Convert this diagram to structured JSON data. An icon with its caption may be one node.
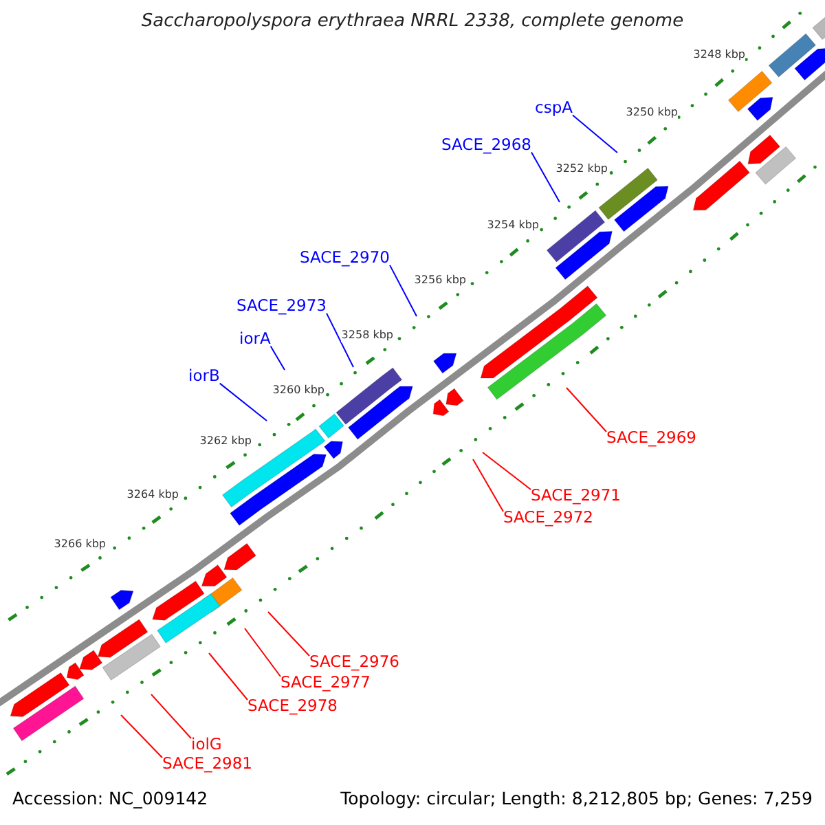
{
  "diagram": {
    "title": "Saccharopolyspora erythraea NRRL 2338, complete genome",
    "nodes": [
      {
        "text": [
          "cspA"
        ]
      },
      {
        "text": [
          "SACE_2968"
        ]
      },
      {
        "text": [
          "SACE_2970"
        ]
      },
      {
        "text": [
          "SACE_2973"
        ]
      },
      {
        "text": [
          "iorA"
        ]
      },
      {
        "text": [
          "iorB"
        ]
      },
      {
        "text": [
          "SACE_2969"
        ]
      },
      {
        "text": [
          "SACE_2971"
        ]
      },
      {
        "text": [
          "SACE_2972"
        ]
      },
      {
        "text": [
          "SACE_2976"
        ]
      },
      {
        "text": [
          "SACE_2977"
        ]
      },
      {
        "text": [
          "SACE_2978"
        ]
      },
      {
        "text": [
          "iolG"
        ]
      },
      {
        "text": [
          "SACE_2981"
        ]
      }
    ],
    "edges": [
      {
        "from": 0,
        "to": null,
        "arrow": "none",
        "color": "#0000ff"
      },
      {
        "from": 1,
        "to": null,
        "arrow": "none",
        "color": "#0000ff"
      },
      {
        "from": 2,
        "to": null,
        "arrow": "none",
        "color": "#0000ff"
      },
      {
        "from": 3,
        "to": null,
        "arrow": "none",
        "color": "#0000ff"
      },
      {
        "from": 4,
        "to": null,
        "arrow": "none",
        "color": "#0000ff"
      },
      {
        "from": 5,
        "to": null,
        "arrow": "none",
        "color": "#0000ff"
      },
      {
        "from": 6,
        "to": null,
        "arrow": "none"
      },
      {
        "from": 7,
        "to": null,
        "arrow": "none"
      },
      {
        "from": 8,
        "to": null,
        "arrow": "none"
      },
      {
        "from": 9,
        "to": null,
        "arrow": "none"
      },
      {
        "from": 10,
        "to": null,
        "arrow": "none"
      },
      {
        "from": 11,
        "to": null,
        "arrow": "none"
      },
      {
        "from": 12,
        "to": null,
        "arrow": "none"
      },
      {
        "from": 13,
        "to": null,
        "arrow": "none"
      }
    ],
    "labels": [
      "3248 kbp",
      "3250 kbp",
      "3252 kbp",
      "3254 kbp",
      "3256 kbp",
      "3258 kbp",
      "3260 kbp",
      "3262 kbp",
      "3264 kbp",
      "3266 kbp",
      "Accession: NC_009142",
      "Topology: circular; Length: 8,212,805 bp; Genes: 7,259"
    ]
  }
}
